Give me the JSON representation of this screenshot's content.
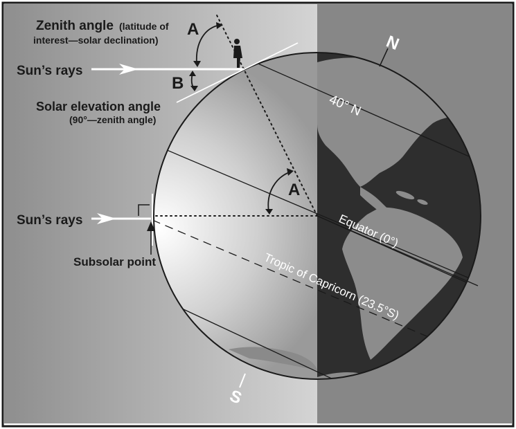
{
  "labels": {
    "zenith_angle_title": "Zenith angle",
    "zenith_angle_note_1": "(latitude of",
    "zenith_angle_note_2": "interest—solar declination)",
    "sun_rays_top": "Sun’s rays",
    "sun_rays_bottom": "Sun’s rays",
    "angle_a_top": "A",
    "angle_b": "B",
    "angle_a_center": "A",
    "solar_elevation_title": "Solar elevation angle",
    "solar_elevation_note": "(90°—zenith angle)",
    "subsolar_point": "Subsolar point",
    "latitude_40n": "40° N",
    "equator": "Equator (0°)",
    "tropic_capricorn": "Tropic of Capricorn (23.5°S)",
    "north_pole": "N",
    "south_pole": "S"
  },
  "colors": {
    "frame": "#1a1a1a",
    "background_left": "#9a9a9a",
    "background_right": "#858585",
    "globe_lit_highlight": "#ffffff",
    "globe_dark_side": "#2e2e2e",
    "land_dark_side": "#8a8a8a",
    "sun_ray": "#ffffff"
  }
}
